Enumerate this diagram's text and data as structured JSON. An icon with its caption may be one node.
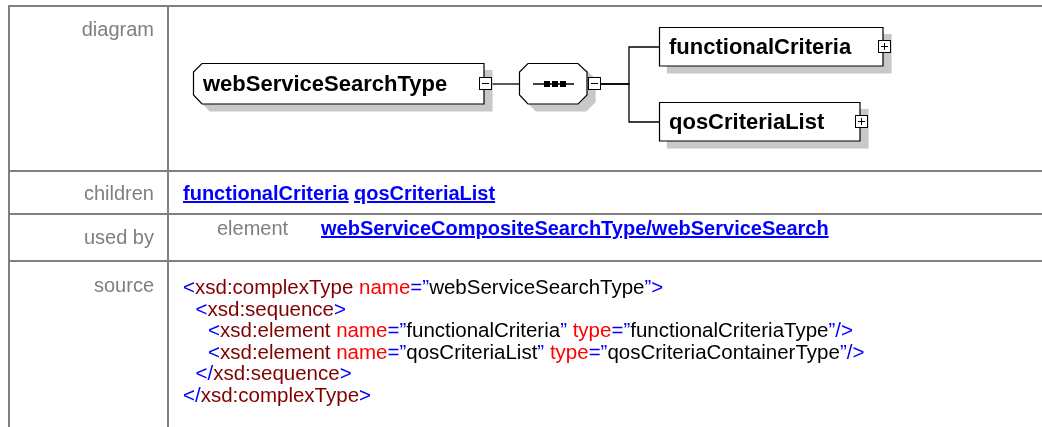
{
  "diagram": {
    "nodes": [
      {
        "text": [
          "webServiceSearchType"
        ]
      },
      {
        "text": [],
        "shape": "octagon"
      },
      {
        "text": [
          "functionalCriteria"
        ]
      },
      {
        "text": [
          "qosCriteriaList"
        ]
      }
    ],
    "edges": [
      {
        "from": 0,
        "to": 1,
        "arrow": "none"
      },
      {
        "from": 1,
        "to": 2,
        "arrow": "none"
      },
      {
        "from": 1,
        "to": 3,
        "arrow": "none"
      }
    ],
    "labels": [
      "diagram",
      "children",
      "functionalCriteria",
      "qosCriteriaList",
      "used by",
      "element",
      "webServiceCompositeSearchType/webServiceSearch",
      "source",
      "<xsd:complexType name=”webServiceSearchType”>",
      "<xsd:sequence>",
      "<xsd:element name=”functionalCriteria” type=”functionalCriteriaType”/>",
      "<xsd:element name=”qosCriteriaList” type=”qosCriteriaContainerType”/>",
      "</xsd:sequence>",
      "</xsd:complexType>"
    ]
  }
}
